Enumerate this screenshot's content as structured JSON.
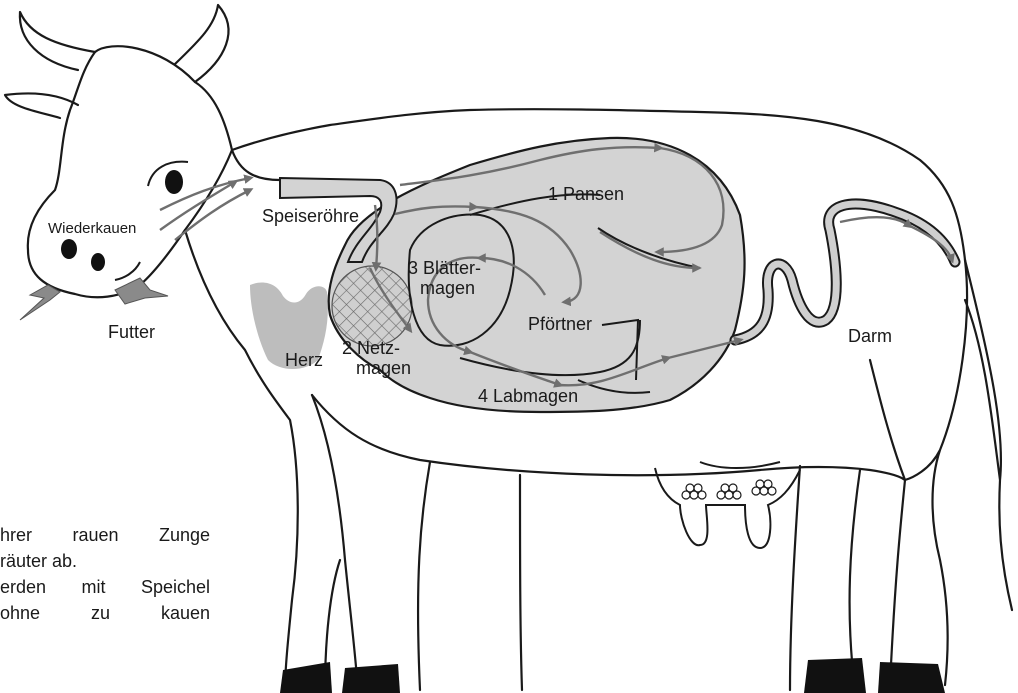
{
  "labels": {
    "wiederkauen": "Wiederkauen",
    "futter": "Futter",
    "speiseroehre": "Speiseröhre",
    "herz": "Herz",
    "pansen": "1 Pansen",
    "netzmagen_1": "2 Netz-",
    "netzmagen_2": "magen",
    "blaettermagen_1": "3 Blätter-",
    "blaettermagen_2": "magen",
    "labmagen": "4 Labmagen",
    "pfoertner": "Pförtner",
    "darm": "Darm"
  },
  "paragraph": {
    "line1": "hrer rauen Zunge",
    "line2": "räuter ab.",
    "line3": "erden mit Speichel",
    "line4": "ohne   zu   kauen"
  },
  "colors": {
    "outline": "#1a1a1a",
    "organ_fill": "#d3d3d3",
    "heart_fill": "#bdbdbd",
    "arrow": "#6f6f6f",
    "hoof": "#111111"
  }
}
